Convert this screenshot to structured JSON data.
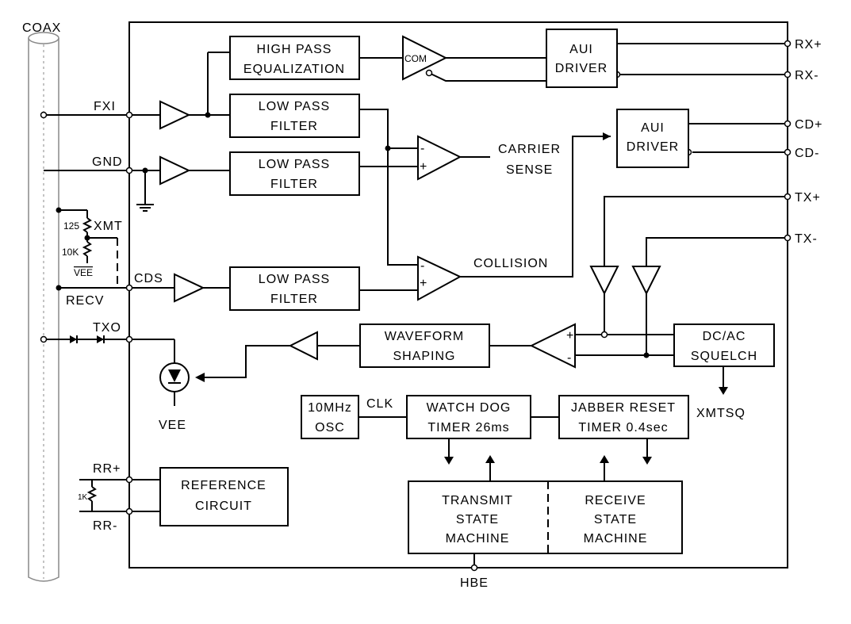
{
  "labels": {
    "coax": "COAX",
    "fxi": "FXI",
    "gnd": "GND",
    "r125": "125",
    "xmt": "XMT",
    "r10k": "10K",
    "vee_small": "VEE",
    "cds": "CDS",
    "recv": "RECV",
    "txo": "TXO",
    "vee": "VEE",
    "rr_plus": "RR+",
    "r1k": "1K",
    "rr_minus": "RR-",
    "hbe": "HBE",
    "rx_plus": "RX+",
    "rx_minus": "RX-",
    "cd_plus": "CD+",
    "cd_minus": "CD-",
    "tx_plus": "TX+",
    "tx_minus": "TX-",
    "xmtsq": "XMTSQ",
    "clk": "CLK",
    "com": "COM",
    "carrier_sense_1": "CARRIER",
    "carrier_sense_2": "SENSE",
    "collision": "COLLISION",
    "plus": "+",
    "minus": "-"
  },
  "blocks": {
    "hpe": [
      "HIGH PASS",
      "EQUALIZATION"
    ],
    "lpf": [
      "LOW PASS",
      "FILTER"
    ],
    "aui": [
      "AUI",
      "DRIVER"
    ],
    "waveform": [
      "WAVEFORM",
      "SHAPING"
    ],
    "squelch": [
      "DC/AC",
      "SQUELCH"
    ],
    "osc": [
      "10MHz",
      "OSC"
    ],
    "watchdog": [
      "WATCH DOG",
      "TIMER 26ms"
    ],
    "jabber": [
      "JABBER RESET",
      "TIMER 0.4sec"
    ],
    "reference": [
      "REFERENCE",
      "CIRCUIT"
    ],
    "transmit_sm": [
      "TRANSMIT",
      "STATE",
      "MACHINE"
    ],
    "receive_sm": [
      "RECEIVE",
      "STATE",
      "MACHINE"
    ]
  }
}
